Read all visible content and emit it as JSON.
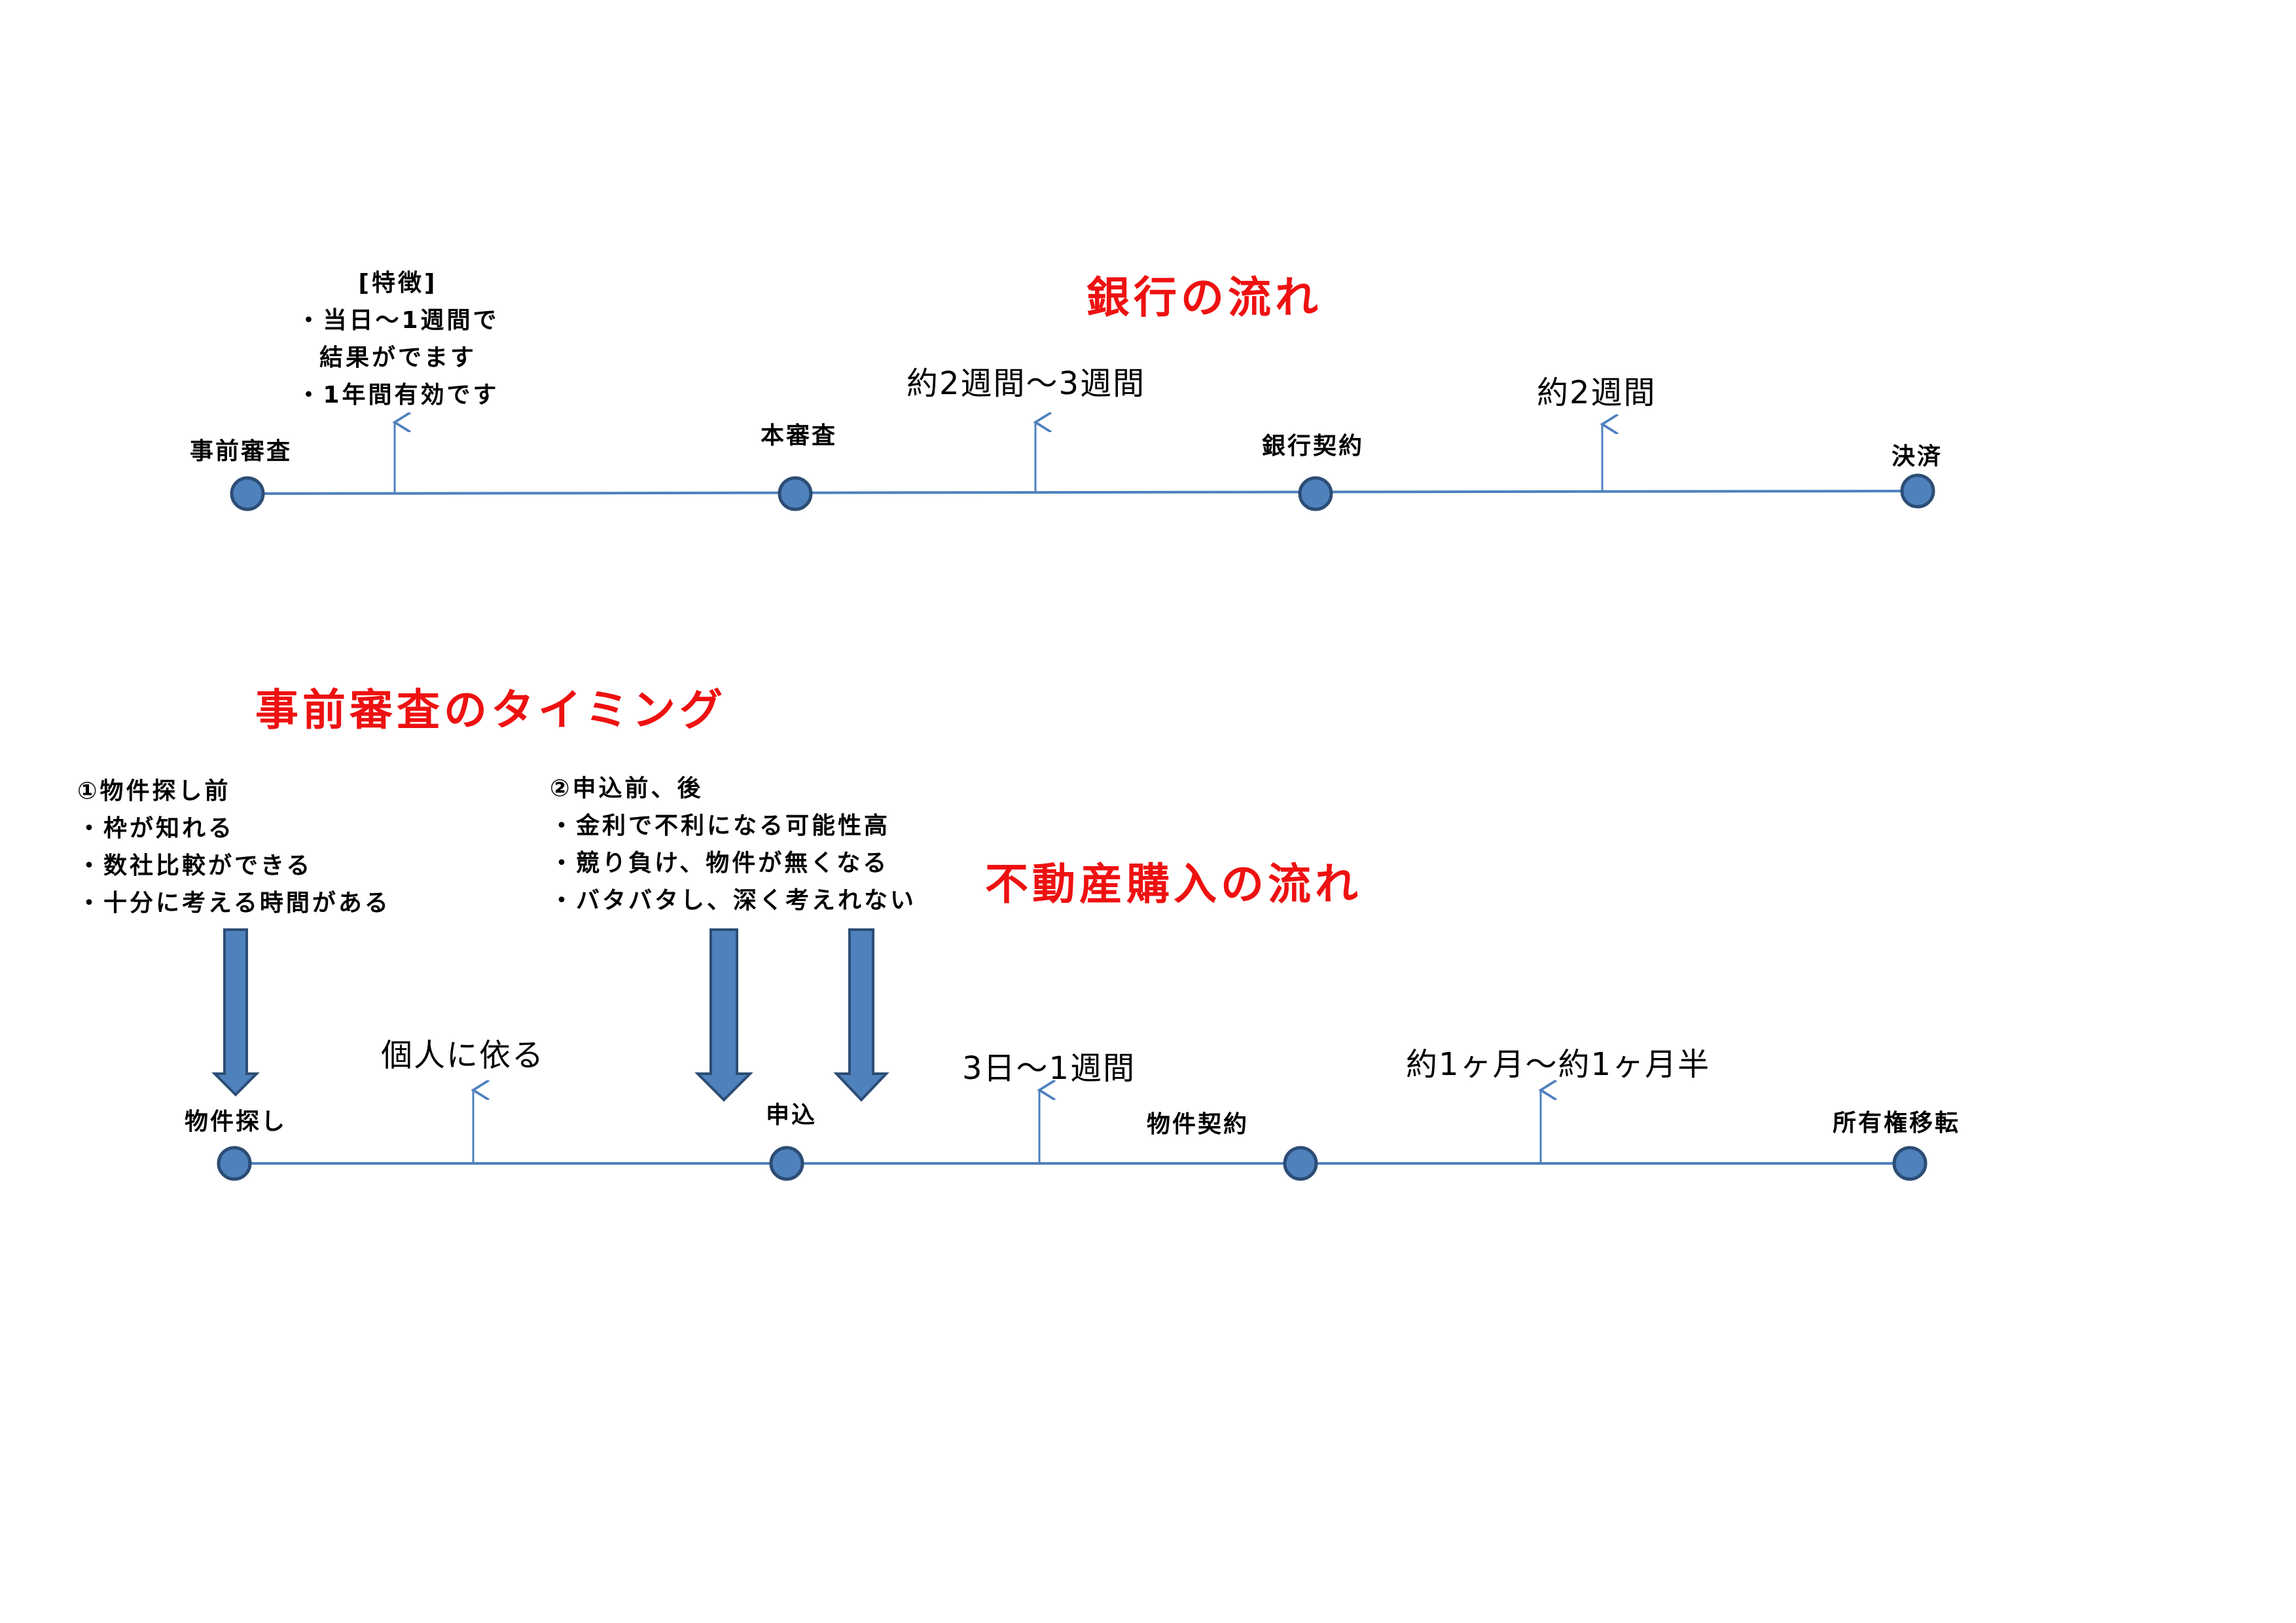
{
  "bank_flow": {
    "title": "銀行の流れ",
    "stages": [
      "事前審査",
      "本審査",
      "銀行契約",
      "決済"
    ],
    "durations": [
      "約2週間～3週間",
      "約2週間"
    ],
    "feature_note": [
      "[特徴]",
      "・当日～1週間で",
      "結果がでます",
      "・1年間有効です"
    ]
  },
  "timing": {
    "title": "事前審査のタイミング",
    "option1": [
      "①物件探し前",
      "・枠が知れる",
      "・数社比較ができる",
      "・十分に考える時間がある"
    ],
    "option2": [
      "②申込前、後",
      "・金利で不利になる可能性高",
      "・競り負け、物件が無くなる",
      "・バタバタし、深く考えれない"
    ]
  },
  "purchase_flow": {
    "title": "不動産購入の流れ",
    "stages": [
      "物件探し",
      "申込",
      "物件契約",
      "所有権移転"
    ],
    "durations": [
      "個人に依る",
      "3日～1週間",
      "約1ヶ月～約1ヶ月半"
    ]
  },
  "colors": {
    "title_red": "#ee1111",
    "line_blue": "#4f81bd",
    "node_fill": "#4f81bd",
    "node_stroke": "#2c4d75",
    "big_arrow": "#4f81bd"
  }
}
